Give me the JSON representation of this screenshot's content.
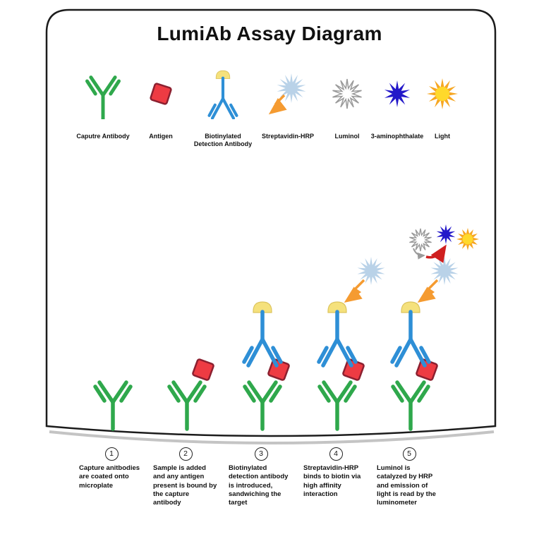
{
  "title": "LumiAb Assay Diagram",
  "legend": {
    "items": [
      {
        "label": "Caputre Antibody",
        "icon": "capture-antibody-icon"
      },
      {
        "label": "Antigen",
        "icon": "antigen-icon"
      },
      {
        "label": "Biotinylated\nDetection Antibody",
        "icon": "detection-antibody-icon"
      },
      {
        "label": "Streptavidin-HRP",
        "icon": "streptavidin-hrp-icon"
      },
      {
        "label": "Luminol",
        "icon": "luminol-icon"
      },
      {
        "label": "3-aminophthalate",
        "icon": "aminophthalate-icon"
      },
      {
        "label": "Light",
        "icon": "light-icon"
      }
    ]
  },
  "steps": [
    {
      "number": "1",
      "caption": "Capture anitbodies are coated onto microplate"
    },
    {
      "number": "2",
      "caption": "Sample is added and any antigen present is bound by the capture antibody"
    },
    {
      "number": "3",
      "caption": "Biotinylated detection antibody is introduced, sandwiching the target"
    },
    {
      "number": "4",
      "caption": "Streptavidin-HRP binds to biotin via high affinity interaction"
    },
    {
      "number": "5",
      "caption": "Luminol is catalyzed by HRP and emission of light is read by the luminometer"
    }
  ],
  "colors": {
    "capture_antibody_green": "#2fa84c",
    "detection_antibody_blue": "#2e8fd6",
    "biotin_cap_yellow": "#f5e17c",
    "antigen_red": "#ee3b43",
    "antigen_border": "#8c2030",
    "streptavidin_pale_blue": "#b9d2e8",
    "arrow_orange": "#f59b31",
    "luminol_outline_gray": "#9a9a9a",
    "aminophthalate_navy": "#2318c9",
    "light_sun_yellow": "#ffd92b",
    "light_rays_orange": "#f6a723",
    "reaction_arrow_red": "#cf1f1f",
    "frame_border": "#1c1c1c"
  }
}
